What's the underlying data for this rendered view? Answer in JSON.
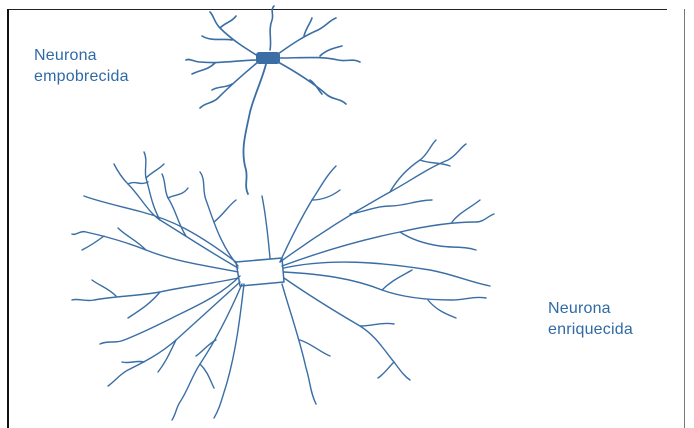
{
  "labels": {
    "impoverished": {
      "line1": "Neurona",
      "line2": "empobrecida"
    },
    "enriched": {
      "line1": "Neurona",
      "line2": "enriquecida"
    }
  },
  "colors": {
    "ink": "#3a6ea5",
    "border": "#111111",
    "background": "#ffffff"
  }
}
